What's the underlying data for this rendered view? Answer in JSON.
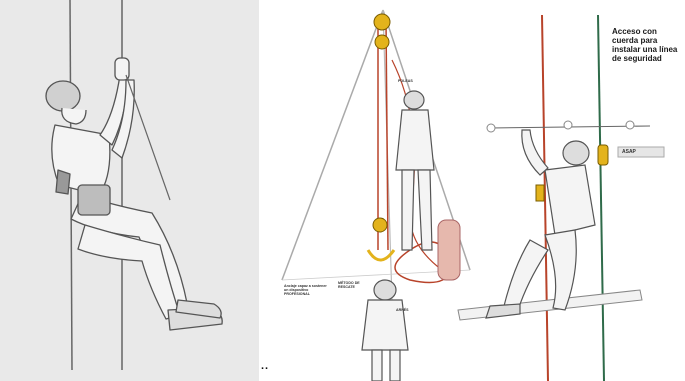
{
  "panel_right": {
    "caption": "Acceso con cuerda para instalar una línea de seguridad",
    "device_label": "ASAP"
  },
  "panel_middle": {
    "label_a": "Anclaje capaz a sostener un dispositivo PROFESIONAL",
    "label_b": "MÉTODO DE RESCATE",
    "label_c": "POLEAS",
    "label_d": "ARNÉS"
  },
  "separator_dots": "..",
  "colors": {
    "panel_left_bg": "#e9e9e9",
    "rope_red": "#b8432a",
    "rope_green": "#2f6b4a",
    "hardware_yellow": "#e3b31c",
    "line_art": "#555555"
  }
}
